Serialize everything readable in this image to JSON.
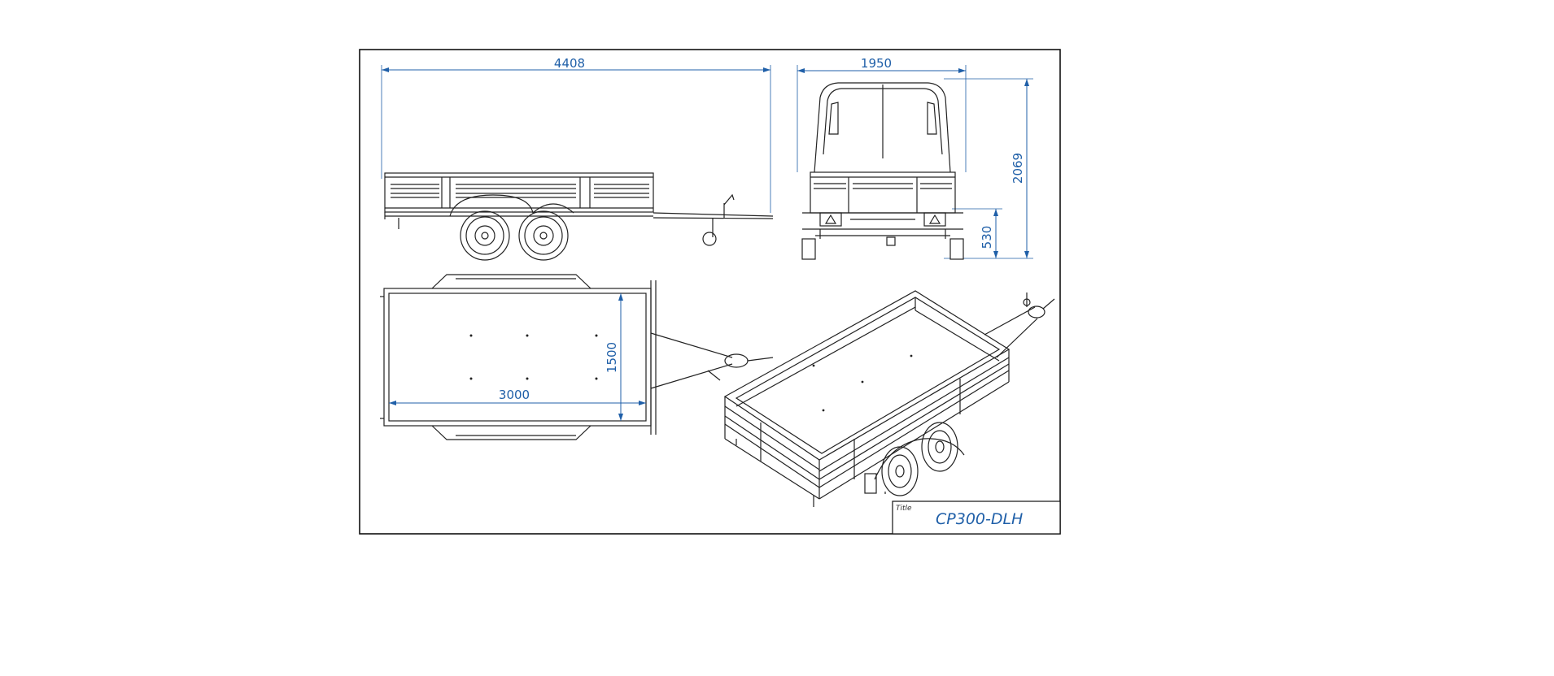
{
  "colors": {
    "dimension": "#1f5fa8",
    "linework": "#222222",
    "frame": "#111111",
    "fill": "#ffffff"
  },
  "dimensions": {
    "overall_length": "4408",
    "overall_width": "1950",
    "overall_height": "2069",
    "floor_height": "530",
    "bed_length": "3000",
    "bed_width": "1500"
  },
  "title_block": {
    "label": "Title",
    "value": "CP300-DLH"
  }
}
